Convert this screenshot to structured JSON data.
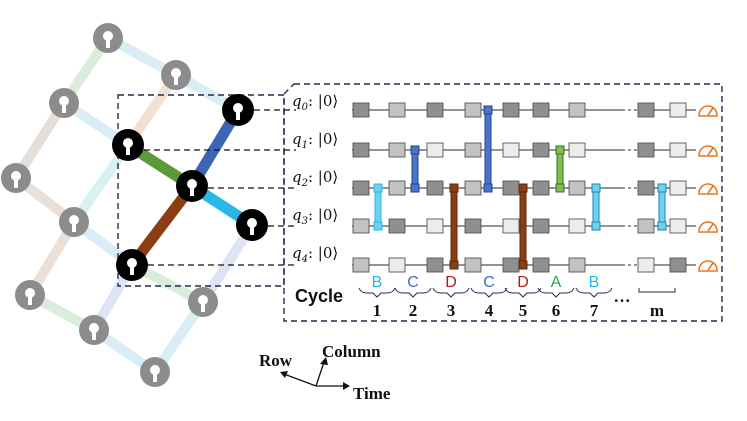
{
  "qubits": [
    {
      "name": "q",
      "sub": "0",
      "ket": ": |0⟩"
    },
    {
      "name": "q",
      "sub": "1",
      "ket": ": |0⟩"
    },
    {
      "name": "q",
      "sub": "2",
      "ket": ": |0⟩"
    },
    {
      "name": "q",
      "sub": "3",
      "ket": ": |0⟩"
    },
    {
      "name": "q",
      "sub": "4",
      "ket": ": |0⟩"
    }
  ],
  "cycle_title": "Cycle",
  "cycles": [
    {
      "num": "1",
      "letter": "B",
      "color": "#29b6e8"
    },
    {
      "num": "2",
      "letter": "C",
      "color": "#3a6fc4"
    },
    {
      "num": "3",
      "letter": "D",
      "color": "#b01c1c"
    },
    {
      "num": "4",
      "letter": "C",
      "color": "#3a6fc4"
    },
    {
      "num": "5",
      "letter": "D",
      "color": "#b01c1c"
    },
    {
      "num": "6",
      "letter": "A",
      "color": "#2aa84a"
    },
    {
      "num": "7",
      "letter": "B",
      "color": "#29b6e8"
    },
    {
      "num": "…",
      "letter": "",
      "color": "#111111"
    },
    {
      "num": "m",
      "letter": "",
      "color": "#111111"
    }
  ],
  "axes": {
    "row": "Row",
    "column": "Column",
    "time": "Time"
  },
  "colors": {
    "coupler_A": "#5a9a3a",
    "coupler_B": "#29b6e8",
    "coupler_C": "#3a66b5",
    "coupler_D": "#8b3d14",
    "qubit_active": "#000000",
    "qubit_idle": "#8c8c8c",
    "measure": "#e87722"
  }
}
